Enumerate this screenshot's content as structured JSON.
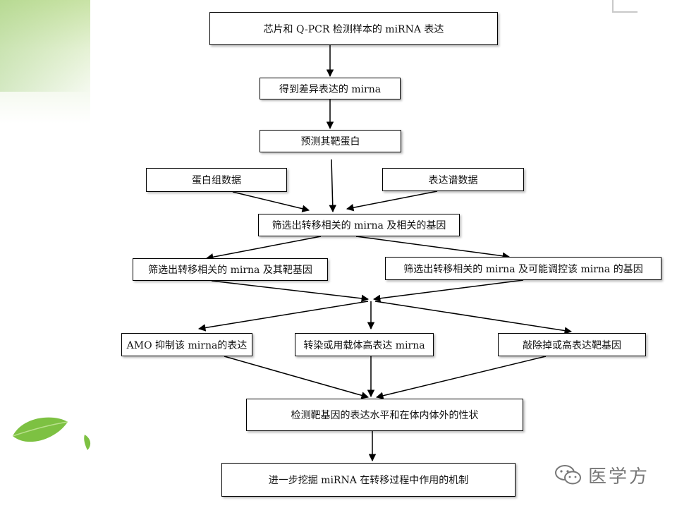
{
  "flowchart": {
    "step_chip_qpcr": "芯片和 Q-PCR 检测样本的 miRNA 表达",
    "step_differential": "得到差异表达的 mirna",
    "step_predict_target": "预测其靶蛋白",
    "input_proteome": "蛋白组数据",
    "input_expression": "表达谱数据",
    "step_screen_metastasis": "筛选出转移相关的 mirna 及相关的基因",
    "branch_targets": "筛选出转移相关的 mirna 及其靶基因",
    "branch_regulated": "筛选出转移相关的 mirna 及可能调控该 mirna 的基因",
    "exp_amo": "AMO 抑制该 mirna的表达",
    "exp_transfect": "转染或用载体高表达 mirna",
    "exp_knockout": "敲除掉或高表达靶基因",
    "step_detect": "检测靶基因的表达水平和在体内体外的性状",
    "step_mechanism": "进一步挖掘 miRNA 在转移过程中作用的机制"
  },
  "watermark": {
    "text": "医学方",
    "icon": "wechat-icon"
  },
  "colors": {
    "box_border": "#000000",
    "arrow": "#000000",
    "leaf_green": "#7dc142",
    "watermark_gray": "#777777"
  }
}
